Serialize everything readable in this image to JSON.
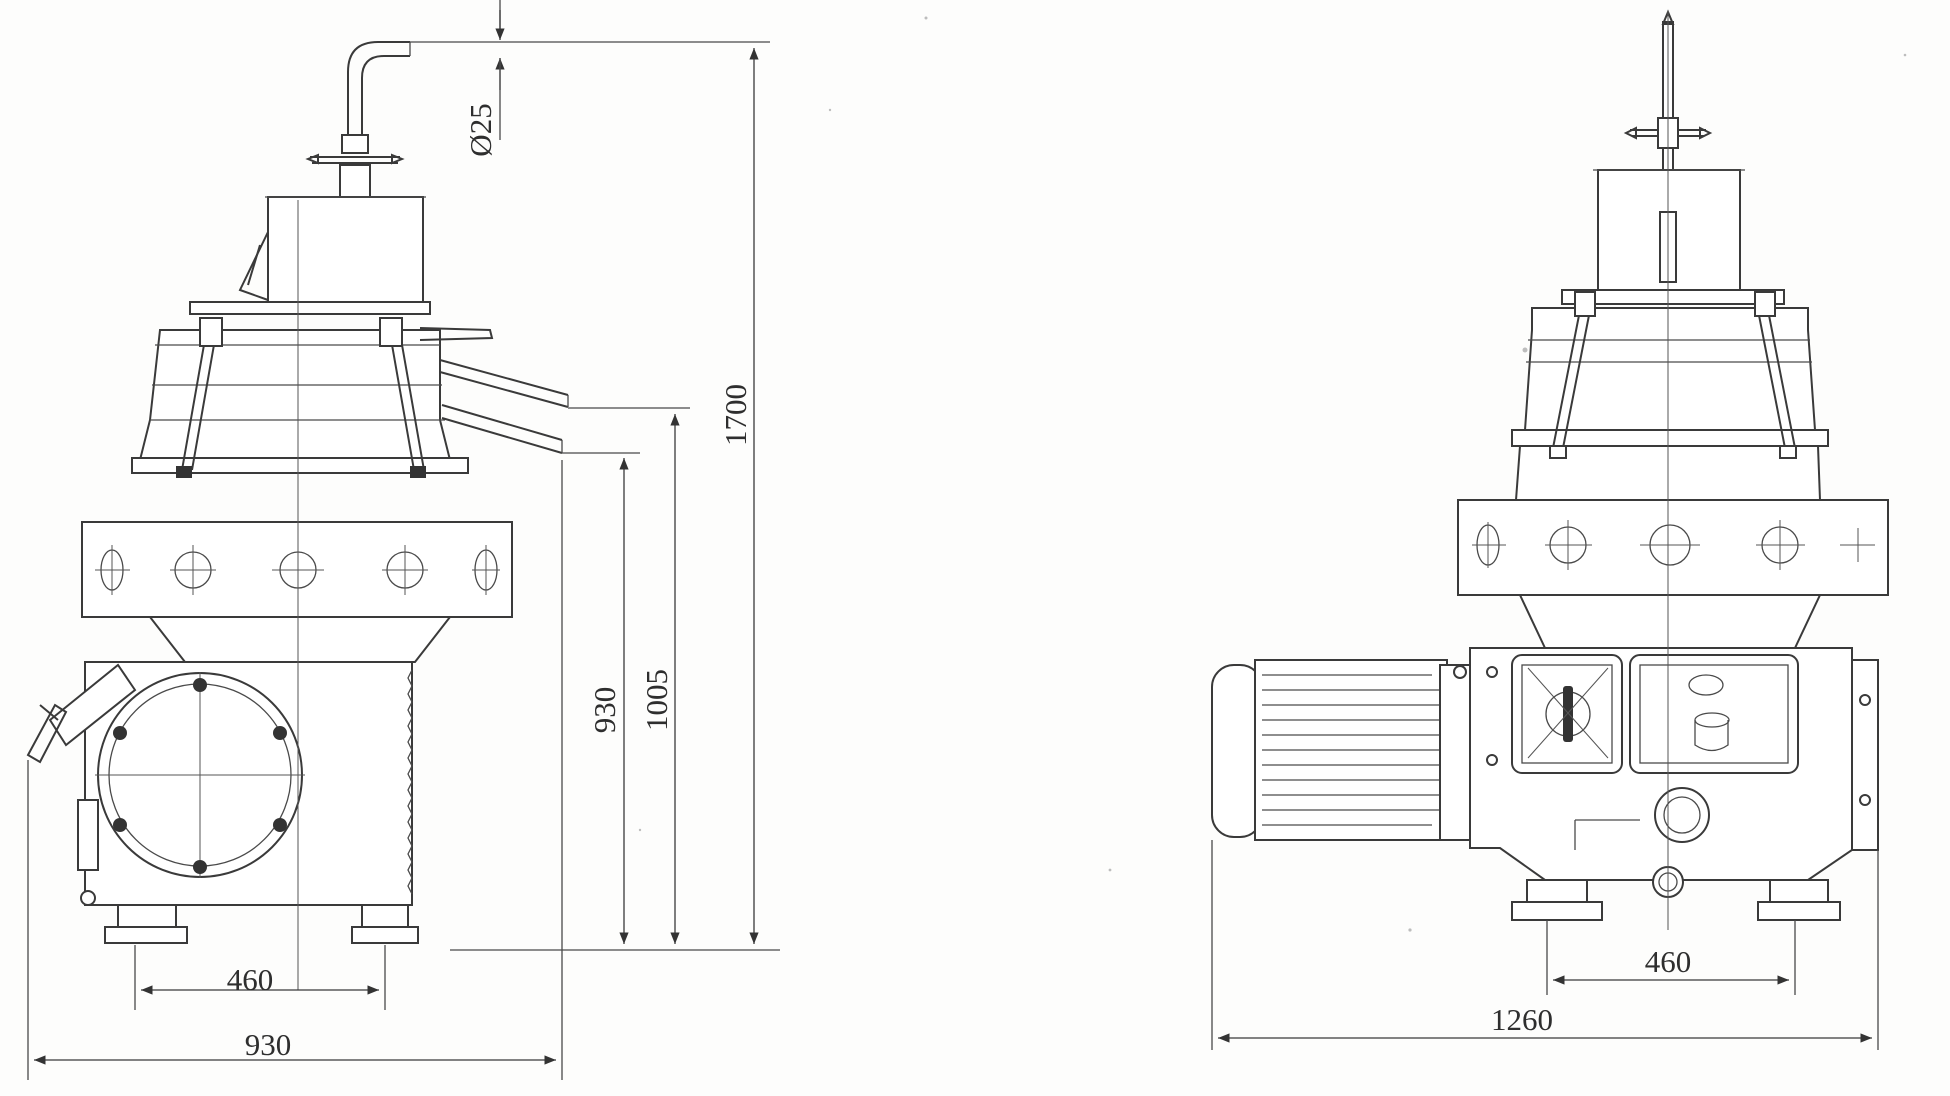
{
  "colors": {
    "line": "#3a3a3a",
    "background": "#fdfdfc",
    "text": "#2e2e2e"
  },
  "left_view": {
    "dim_pipe_diameter": "Ø25",
    "dim_total_height": "1700",
    "dim_outlet_height": "1005",
    "dim_inlet_height": "930",
    "dim_foot_spacing": "460",
    "dim_overall_width": "930"
  },
  "right_view": {
    "dim_foot_spacing": "460",
    "dim_overall_width": "1260"
  }
}
